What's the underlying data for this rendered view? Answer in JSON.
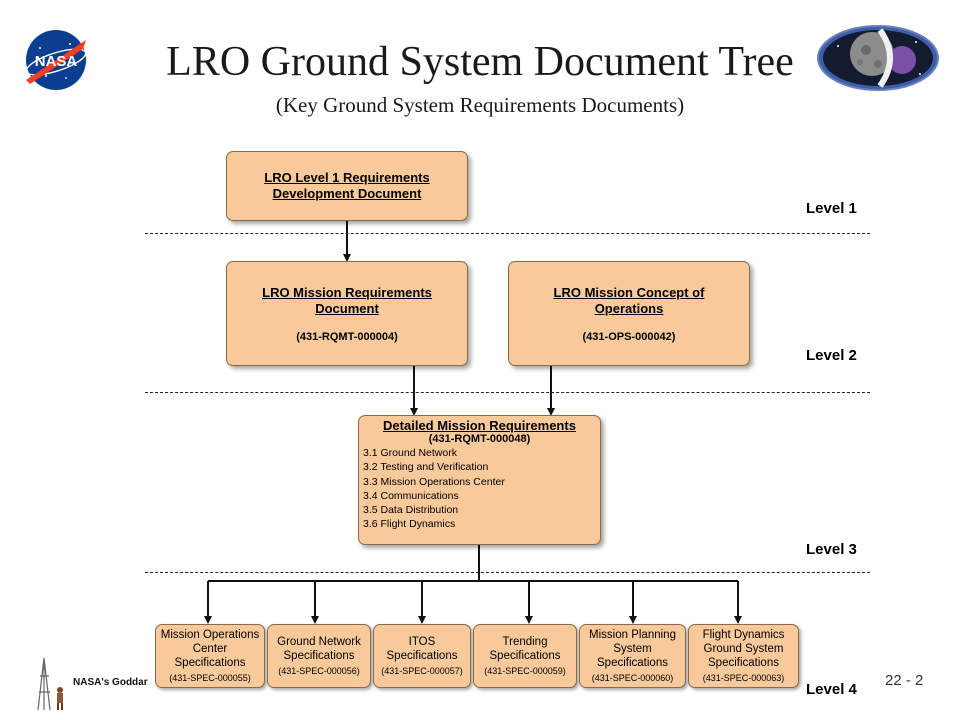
{
  "title": "LRO Ground System Document Tree",
  "subtitle": "(Key Ground System Requirements Documents)",
  "levels": {
    "level1": "Level 1",
    "level2": "Level 2",
    "level3": "Level 3",
    "level4": "Level 4"
  },
  "boxes": {
    "level1_doc": {
      "title_line1": "LRO Level 1 Requirements",
      "title_line2": "Development Document"
    },
    "mission_req": {
      "title_line1": "LRO Mission Requirements",
      "title_line2": "Document",
      "code": "(431-RQMT-000004)"
    },
    "mission_concept": {
      "title_line1": "LRO Mission Concept of",
      "title_line2": "Operations",
      "code": "(431-OPS-000042)"
    },
    "detailed": {
      "title": "Detailed Mission Requirements",
      "code": "(431-RQMT-000048)",
      "items": [
        "3.1 Ground Network",
        "3.2 Testing and Verification",
        "3.3 Mission Operations Center",
        "3.4 Communications",
        "3.5 Data Distribution",
        "3.6 Flight Dynamics"
      ]
    },
    "specs": [
      {
        "lines": [
          "Mission Operations",
          "Center",
          "Specifications"
        ],
        "code": "(431-SPEC-000055)"
      },
      {
        "lines": [
          "Ground Network",
          "Specifications"
        ],
        "code": "(431-SPEC-000056)"
      },
      {
        "lines": [
          "ITOS",
          "Specifications"
        ],
        "code": "(431-SPEC-000057)"
      },
      {
        "lines": [
          "Trending",
          "Specifications"
        ],
        "code": "(431-SPEC-000059)"
      },
      {
        "lines": [
          "Mission Planning",
          "System",
          "Specifications"
        ],
        "code": "(431-SPEC-000060)"
      },
      {
        "lines": [
          "Flight Dynamics",
          "Ground System",
          "Specifications"
        ],
        "code": "(431-SPEC-000063)"
      }
    ]
  },
  "footer": {
    "text": "NASA's Goddar",
    "page": "22 - 2"
  },
  "logos": {
    "left": "nasa-meatball-logo",
    "right": "lro-mission-patch-logo"
  },
  "colors": {
    "box_fill": "#f8c99a",
    "box_border": "#8a6a4a",
    "nasa_blue": "#0b3d91",
    "nasa_red": "#fc3d21"
  }
}
